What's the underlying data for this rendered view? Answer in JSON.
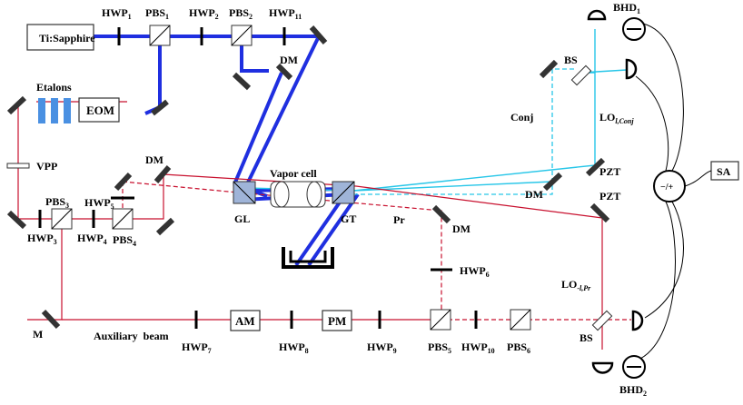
{
  "components": {
    "laser": "Ti:Sapphire",
    "hwp1": "HWP",
    "hwp1_sub": "1",
    "pbs1": "PBS",
    "pbs1_sub": "1",
    "hwp2": "HWP",
    "hwp2_sub": "2",
    "pbs2": "PBS",
    "pbs2_sub": "2",
    "hwp11": "HWP",
    "hwp11_sub": "11",
    "bhd1": "BHD",
    "bhd1_sub": "1",
    "bhd2": "BHD",
    "bhd2_sub": "2",
    "dm_top": "DM",
    "bs_top": "BS",
    "etalons": "Etalons",
    "eom": "EOM",
    "conj": "Conj",
    "lo_conj": "LO",
    "lo_conj_sub": "l,Conj",
    "vpp": "VPP",
    "vapor_cell": "Vapor cell",
    "dm_mid": "DM",
    "pzt1": "PZT",
    "pzt2": "PZT",
    "sa": "SA",
    "subtract": "−/+",
    "pbs3": "PBS",
    "pbs3_sub": "3",
    "hwp5": "HWP",
    "hwp5_sub": "5",
    "hwp3": "HWP",
    "hwp3_sub": "3",
    "hwp4": "HWP",
    "hwp4_sub": "4",
    "pbs4": "PBS",
    "pbs4_sub": "4",
    "gl": "GL",
    "gt": "GT",
    "pr": "Pr",
    "dm_cyan": "DM",
    "dm_red": "DM",
    "hwp6": "HWP",
    "hwp6_sub": "6",
    "lo_pr": "LO",
    "lo_pr_sub": "-l,Pr",
    "m": "M",
    "aux": "Auxiliary  beam",
    "am": "AM",
    "pm": "PM",
    "hwp7": "HWP",
    "hwp7_sub": "7",
    "hwp8": "HWP",
    "hwp8_sub": "8",
    "hwp9": "HWP",
    "hwp9_sub": "9",
    "pbs5": "PBS",
    "pbs5_sub": "5",
    "hwp10": "HWP",
    "hwp10_sub": "10",
    "pbs6": "PBS",
    "pbs6_sub": "6",
    "bs_bottom": "BS"
  },
  "colors": {
    "pump_beam": "#1f2fe0",
    "probe_beam": "#c8102e",
    "conj_beam": "#27c6e8",
    "etalon": "#4a90e2"
  }
}
